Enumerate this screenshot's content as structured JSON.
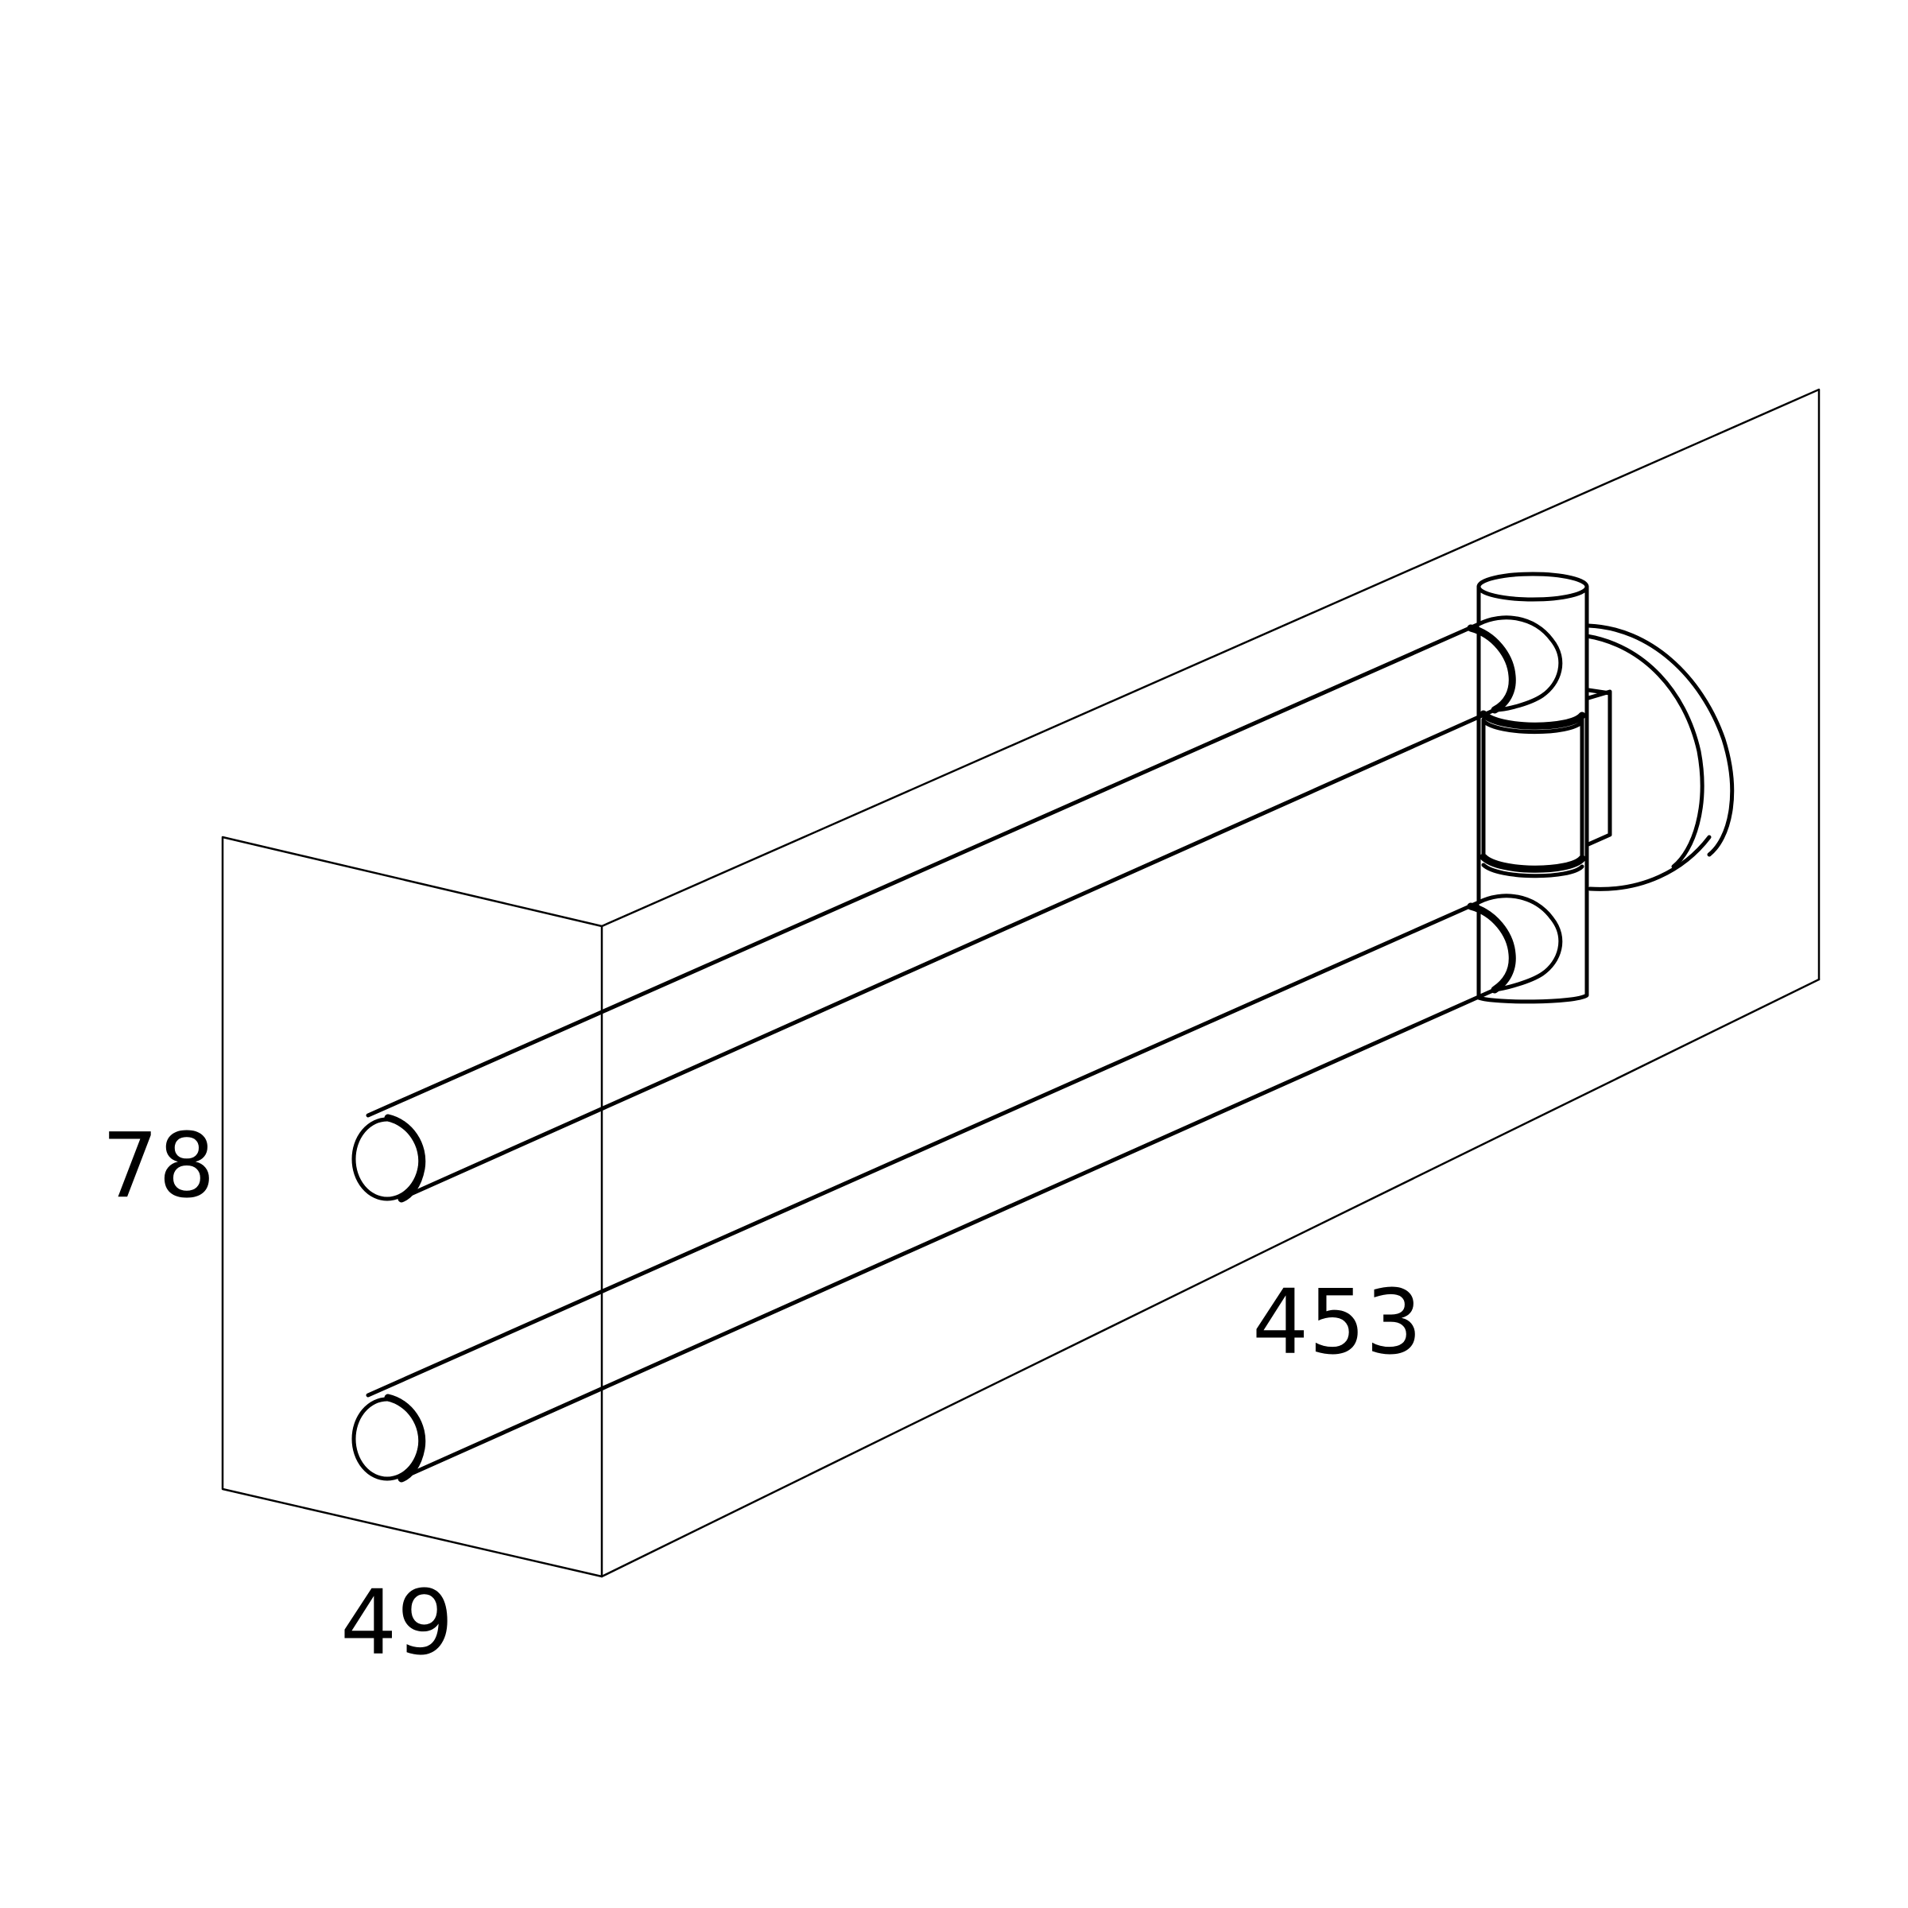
{
  "dimensions": {
    "height": "78",
    "depth": "49",
    "length": "453"
  },
  "product": {
    "bar_count": 2,
    "icon": "double-swivel-towel-rail-icon"
  }
}
